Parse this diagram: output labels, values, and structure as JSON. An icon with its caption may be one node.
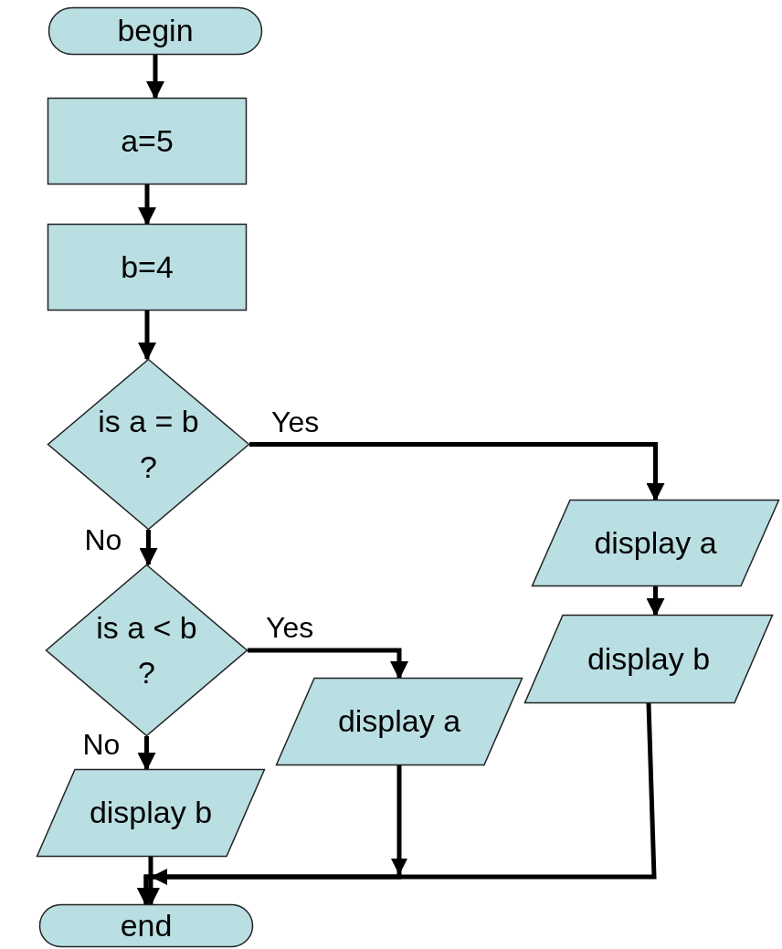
{
  "diagram": {
    "nodes": [
      {
        "text": [
          "begin"
        ]
      },
      {
        "text": [
          "a=5"
        ]
      },
      {
        "text": [
          "b=4"
        ]
      },
      {
        "text": [
          "is a = b ?"
        ]
      },
      {
        "text": [
          "display a"
        ]
      },
      {
        "text": [
          "display b"
        ]
      },
      {
        "text": [
          "is a < b ?"
        ]
      },
      {
        "text": [
          "display a"
        ]
      },
      {
        "text": [
          "display b"
        ]
      },
      {
        "text": [
          "end"
        ]
      }
    ],
    "edges": [
      {
        "from": 0,
        "to": 1,
        "arrow": "to"
      },
      {
        "from": 1,
        "to": 2,
        "arrow": "to"
      },
      {
        "from": 2,
        "to": 3,
        "arrow": "to"
      },
      {
        "from": 3,
        "to": 4,
        "arrow": "to",
        "label": "Yes"
      },
      {
        "from": 3,
        "to": 6,
        "arrow": "to",
        "label": "No"
      },
      {
        "from": 4,
        "to": 5,
        "arrow": "to"
      },
      {
        "from": 6,
        "to": 7,
        "arrow": "to",
        "label": "Yes"
      },
      {
        "from": 6,
        "to": 8,
        "arrow": "to",
        "label": "No"
      },
      {
        "from": 8,
        "to": 9,
        "arrow": "to"
      },
      {
        "from": 7,
        "to": 9,
        "arrow": "to"
      },
      {
        "from": 5,
        "to": 9,
        "arrow": "to"
      }
    ]
  }
}
